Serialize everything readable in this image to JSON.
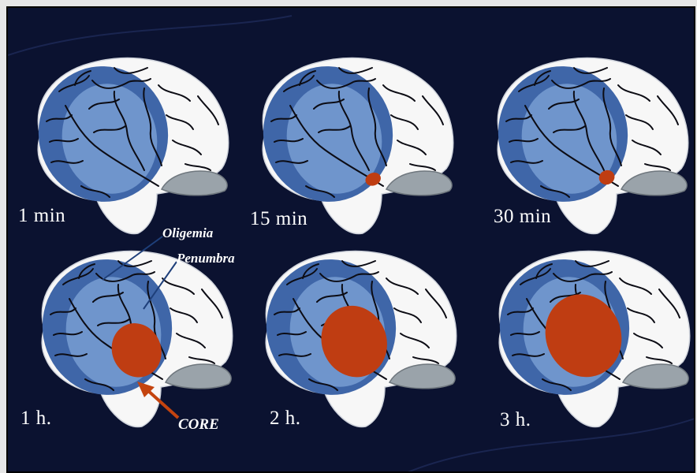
{
  "panels": [
    {
      "time": "1 min",
      "core": 0
    },
    {
      "time": "15 min",
      "core": 0.12
    },
    {
      "time": "30 min",
      "core": 0.16
    },
    {
      "time": "1 h.",
      "core": 0.62
    },
    {
      "time": "2 h.",
      "core": 0.82
    },
    {
      "time": "3 h.",
      "core": 0.95
    }
  ],
  "labels": {
    "oligemia": "Oligemia",
    "penumbra": "Penumbra",
    "core": "CORE"
  },
  "colors": {
    "background": "#0b1230",
    "brain": "#f7f7f7",
    "oligemia": "#3f66a8",
    "penumbra": "#6f95cc",
    "core": "#bf3d12",
    "cerebellum": "#9aa3aa",
    "sulci": "#0c0c14",
    "arrow": "#c4440f"
  }
}
